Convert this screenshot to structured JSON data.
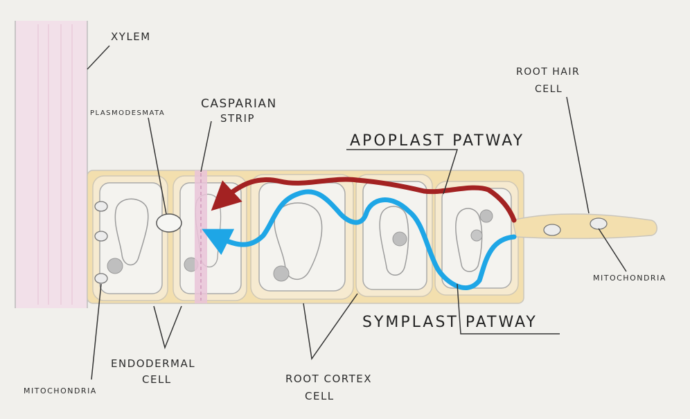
{
  "labels": {
    "xylem": "XYLEM",
    "plasmodesmata": "PLASMODESMATA",
    "casparian_line1": "CASPARIAN",
    "casparian_line2": "STRIP",
    "apoplast": "APOPLAST PATWAY",
    "symplast": "SYMPLAST PATWAY",
    "root_hair_line1": "ROOT HAIR",
    "root_hair_line2": "CELL",
    "mitochondria_right": "MITOCHONDRIA",
    "mitochondria_left": "MITOCHONDRIA",
    "endodermal_line1": "ENDODERMAL",
    "endodermal_line2": "CELL",
    "cortex_line1": "ROOT CORTEX",
    "cortex_line2": "CELL"
  },
  "colors": {
    "apoplast_arrow": "#a32222",
    "symplast_arrow": "#1ea6e6",
    "cell_wall": "#f3dfae",
    "casparian_strip": "#e9c3d8",
    "xylem": "#f2dbe8"
  }
}
